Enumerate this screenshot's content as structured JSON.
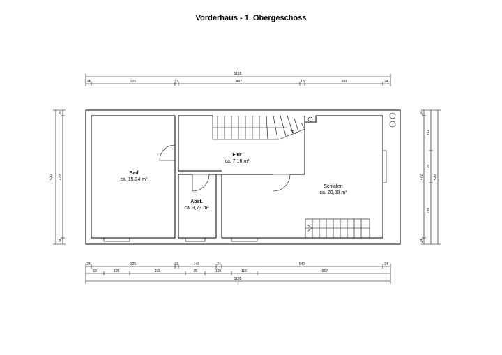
{
  "title": "Vorderhaus - 1. Obergeschoss",
  "rooms": [
    {
      "name": "Bad",
      "area": "ca. 15,34 m²"
    },
    {
      "name": "Flur",
      "area": "ca. 7,16 m²"
    },
    {
      "name": "Abst.",
      "area": "ca. 3,73 m²"
    },
    {
      "name": "Schlafen",
      "area": "ca. 20,80 m²"
    }
  ],
  "dimensions": {
    "top_total": "1195",
    "top_segments": [
      "24",
      "325",
      "33",
      "497",
      "15",
      "300",
      "24"
    ],
    "bottom_row1": [
      "24",
      "325",
      "33",
      "148",
      "24",
      "640",
      "24"
    ],
    "bottom_row2": [
      "69",
      "105",
      "215",
      "75",
      "109",
      "115",
      "507"
    ],
    "bottom_total": "1195",
    "left_outer": "520",
    "left_segments": [
      "24",
      "472",
      "24"
    ],
    "right_segments": [
      "24",
      "164",
      "120",
      "238",
      "24"
    ],
    "right_inner": "472",
    "right_outer": "520"
  }
}
